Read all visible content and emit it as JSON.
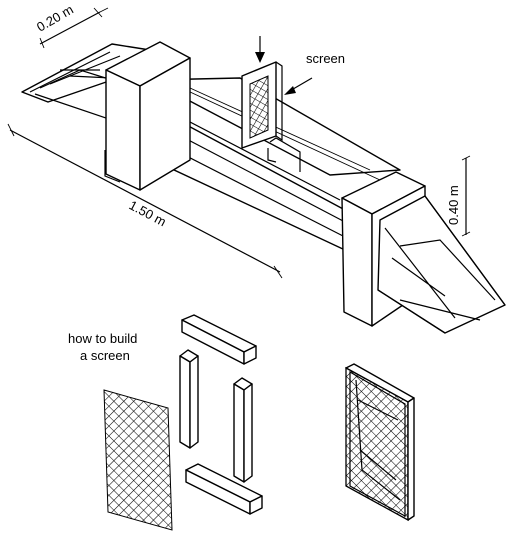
{
  "labels": {
    "screen": "screen",
    "width_dim": "0.20 m",
    "length_dim": "1.50 m",
    "height_dim": "0.40 m",
    "how_to_line1": "how to build",
    "how_to_line2": "a screen"
  }
}
